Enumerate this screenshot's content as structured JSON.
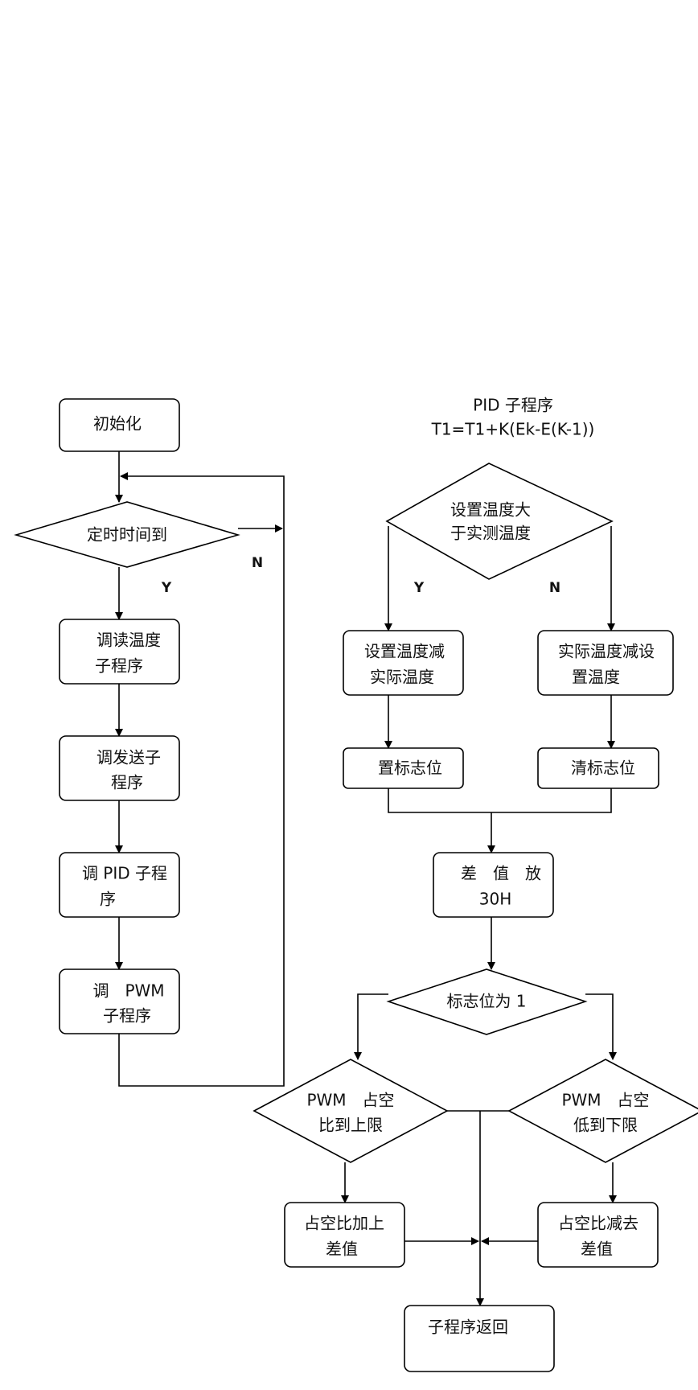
{
  "colors": {
    "line": "#000000",
    "text": "#111111",
    "background": "#ffffff"
  },
  "left": {
    "init": "初始化",
    "timer_check": "定时时间到",
    "yes": "Y",
    "no": "N",
    "read_temp": [
      "调读温度",
      "子程序"
    ],
    "send": [
      "调发送子",
      "程序"
    ],
    "pid": [
      "调 PID 子程",
      "序"
    ],
    "pwm": [
      "调　PWM",
      "子程序"
    ]
  },
  "right": {
    "title": "PID 子程序",
    "formula": "T1=T1+K(Ek-E(K-1))",
    "compare": [
      "设置温度大",
      "于实测温度"
    ],
    "yes": "Y",
    "no": "N",
    "diff_set_minus_actual": [
      "设置温度减",
      "实际温度"
    ],
    "diff_actual_minus_set": [
      "实际温度减设",
      "置温度"
    ],
    "set_flag": "置标志位",
    "clear_flag": "清标志位",
    "store_diff": [
      "差　值　放",
      "30H"
    ],
    "flag_check": "标志位为 1",
    "pwm_upper": [
      "PWM　占空",
      "比到上限"
    ],
    "pwm_lower": [
      "PWM　占空",
      "低到下限"
    ],
    "duty_add": [
      "占空比加上",
      "差值"
    ],
    "duty_sub": [
      "占空比减去",
      "差值"
    ],
    "return": "子程序返回"
  }
}
